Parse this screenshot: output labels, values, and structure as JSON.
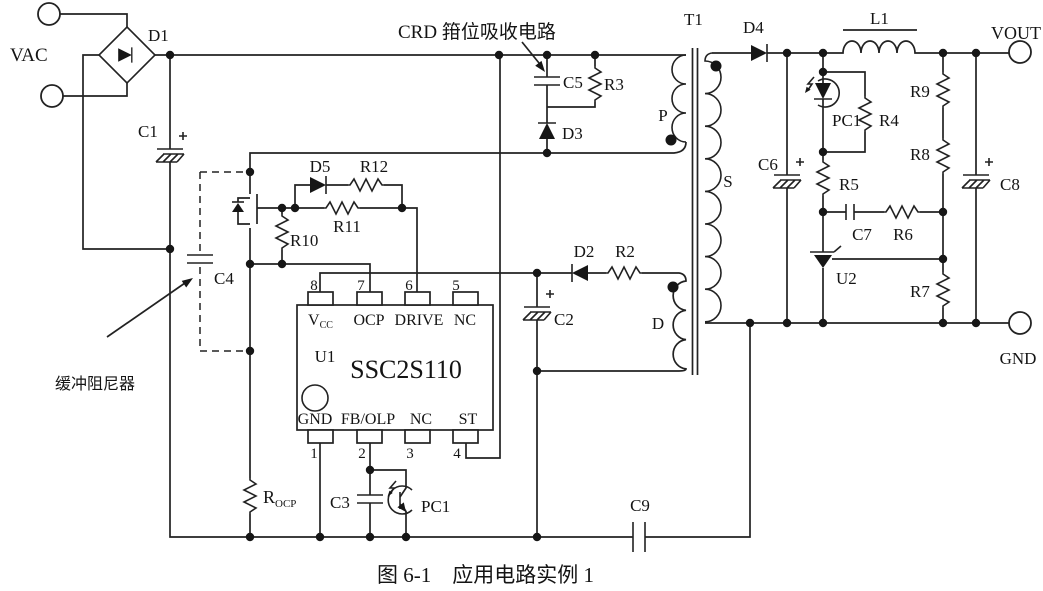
{
  "caption": "图 6-1　应用电路实例 1",
  "annotations": {
    "crd_clamp": "CRD 箝位吸收电路",
    "snubber": "缓冲阻尼器"
  },
  "terminals": {
    "vac": "VAC",
    "vout": "VOUT",
    "gnd": "GND"
  },
  "transformer": {
    "ref": "T1",
    "primary": "P",
    "secondary": "S",
    "aux": "D"
  },
  "ic": {
    "ref": "U1",
    "part": "SSC2S110",
    "pin8_num": "8",
    "pin8_name_main": "V",
    "pin8_name_sub": "CC",
    "pin7_num": "7",
    "pin7_name": "OCP",
    "pin6_num": "6",
    "pin6_name": "DRIVE",
    "pin5_num": "5",
    "pin5_name": "NC",
    "pin1_num": "1",
    "pin1_name": "GND",
    "pin2_num": "2",
    "pin2_name": "FB/OLP",
    "pin3_num": "3",
    "pin3_name": "NC",
    "pin4_num": "4",
    "pin4_name": "ST"
  },
  "labels": {
    "d1": "D1",
    "c1": "C1",
    "c5": "C5",
    "r3": "R3",
    "d3": "D3",
    "d5": "D5",
    "r12": "R12",
    "r11": "R11",
    "r10": "R10",
    "c4": "C4",
    "rocp_main": "R",
    "rocp_sub": "OCP",
    "c3": "C3",
    "pc1_transistor": "PC1",
    "d2": "D2",
    "r2": "R2",
    "c2": "C2",
    "c9": "C9",
    "d4": "D4",
    "l1": "L1",
    "c6": "C6",
    "pc1_led": "PC1",
    "r4": "R4",
    "r5": "R5",
    "c7": "C7",
    "r6": "R6",
    "u2": "U2",
    "r9": "R9",
    "r8": "R8",
    "r7": "R7",
    "c8": "C8"
  }
}
